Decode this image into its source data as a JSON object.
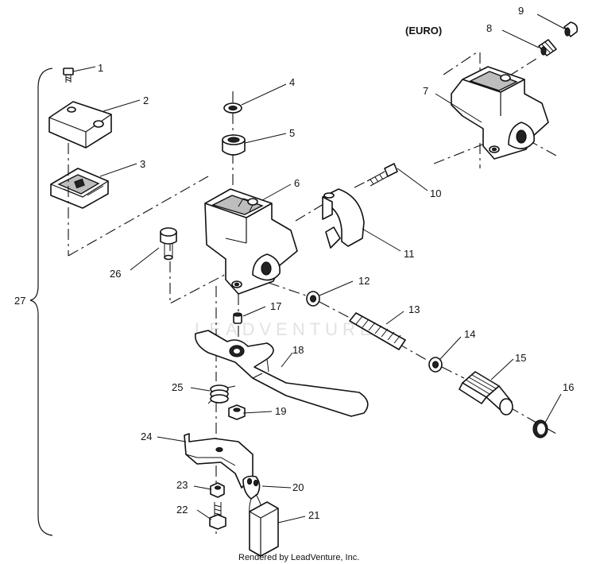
{
  "region_label": "(EURO)",
  "credit": "Rendered by LeadVenture, Inc.",
  "watermark": "LEADVENTURE",
  "callouts": [
    {
      "id": "1",
      "label": "1"
    },
    {
      "id": "2",
      "label": "2"
    },
    {
      "id": "3",
      "label": "3"
    },
    {
      "id": "4",
      "label": "4"
    },
    {
      "id": "5",
      "label": "5"
    },
    {
      "id": "6",
      "label": "6"
    },
    {
      "id": "7",
      "label": "7"
    },
    {
      "id": "8",
      "label": "8"
    },
    {
      "id": "9",
      "label": "9"
    },
    {
      "id": "10",
      "label": "10"
    },
    {
      "id": "11",
      "label": "11"
    },
    {
      "id": "12",
      "label": "12"
    },
    {
      "id": "13",
      "label": "13"
    },
    {
      "id": "14",
      "label": "14"
    },
    {
      "id": "15",
      "label": "15"
    },
    {
      "id": "16",
      "label": "16"
    },
    {
      "id": "17",
      "label": "17"
    },
    {
      "id": "18",
      "label": "18"
    },
    {
      "id": "19",
      "label": "19"
    },
    {
      "id": "20",
      "label": "20"
    },
    {
      "id": "21",
      "label": "21"
    },
    {
      "id": "22",
      "label": "22"
    },
    {
      "id": "23",
      "label": "23"
    },
    {
      "id": "24",
      "label": "24"
    },
    {
      "id": "25",
      "label": "25"
    },
    {
      "id": "26",
      "label": "26"
    },
    {
      "id": "27",
      "label": "27"
    }
  ]
}
